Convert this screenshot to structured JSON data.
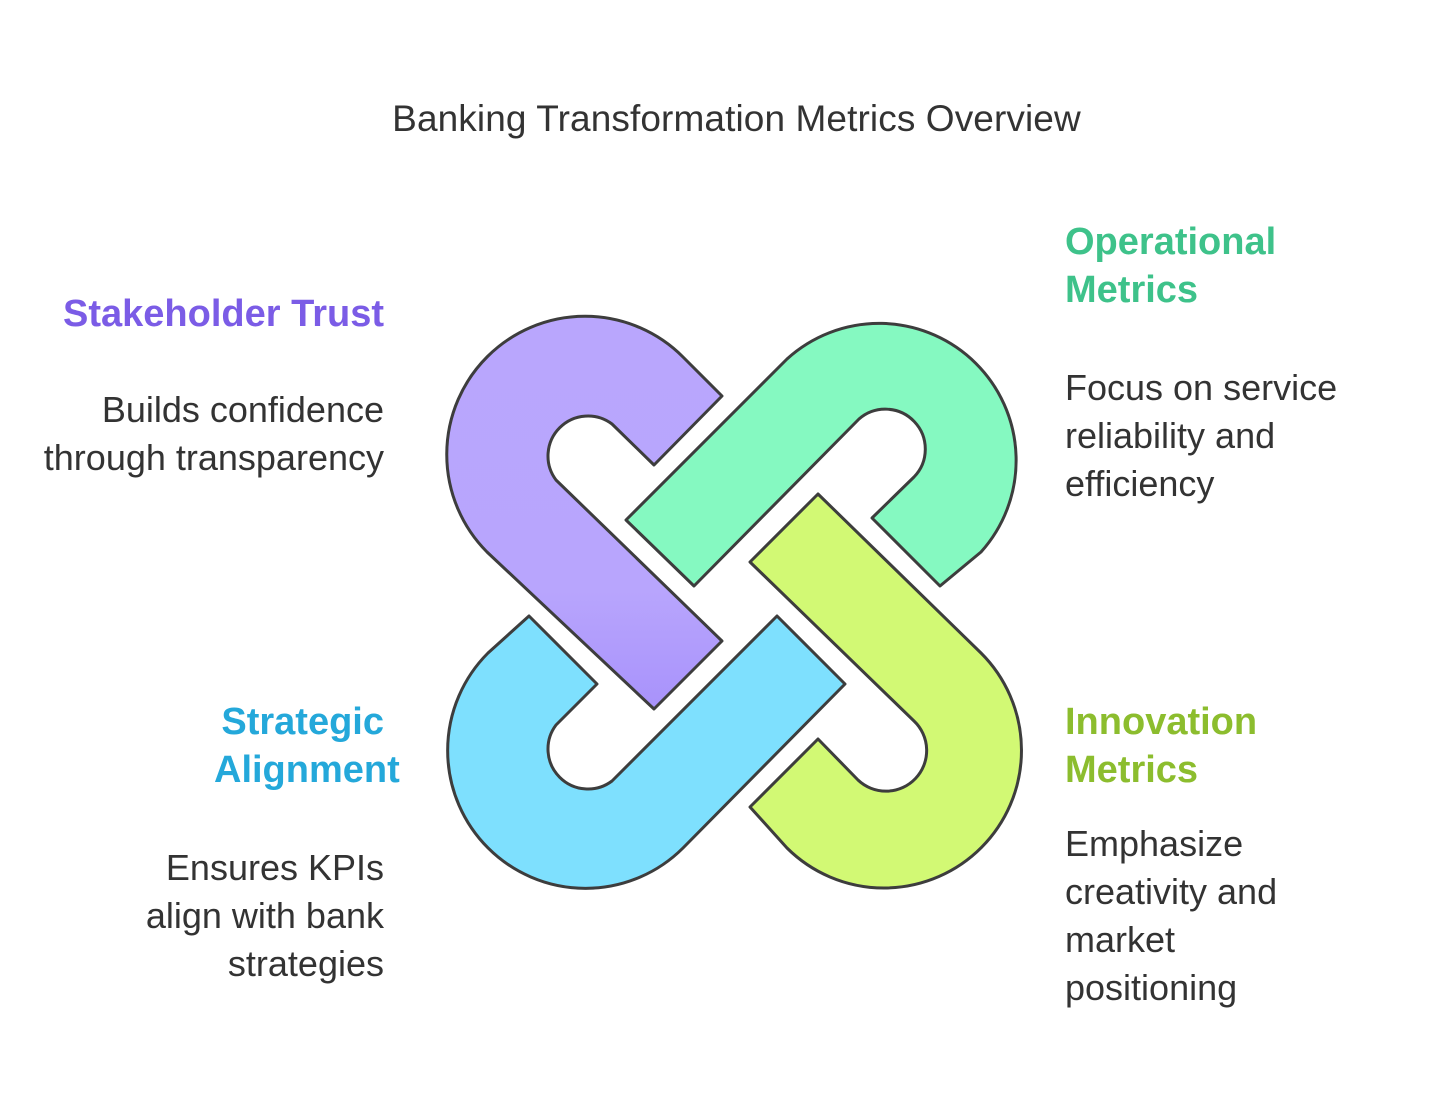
{
  "title": "Banking Transformation Metrics Overview",
  "segments": [
    {
      "id": "stakeholder-trust",
      "heading": "Stakeholder Trust",
      "description": "Builds confidence through transparency",
      "color": "#b9a6fd"
    },
    {
      "id": "operational-metrics",
      "heading": "Operational Metrics",
      "description": "Focus on service reliability and efficiency",
      "color": "#85f9c1"
    },
    {
      "id": "strategic-alignment",
      "heading": "Strategic Alignment",
      "description": "Ensures KPIs align with bank strategies",
      "color": "#7ee0fe"
    },
    {
      "id": "innovation-metrics",
      "heading": "Innovation Metrics",
      "description": "Emphasize creativity and market positioning",
      "color": "#d2f974"
    }
  ],
  "colors": {
    "outline": "#3d3d3d",
    "text": "#333333",
    "trust_heading": "#7b5ce6",
    "operational_heading": "#3ec28a",
    "strategic_heading": "#24a8da",
    "innovation_heading": "#8cbd2e"
  }
}
